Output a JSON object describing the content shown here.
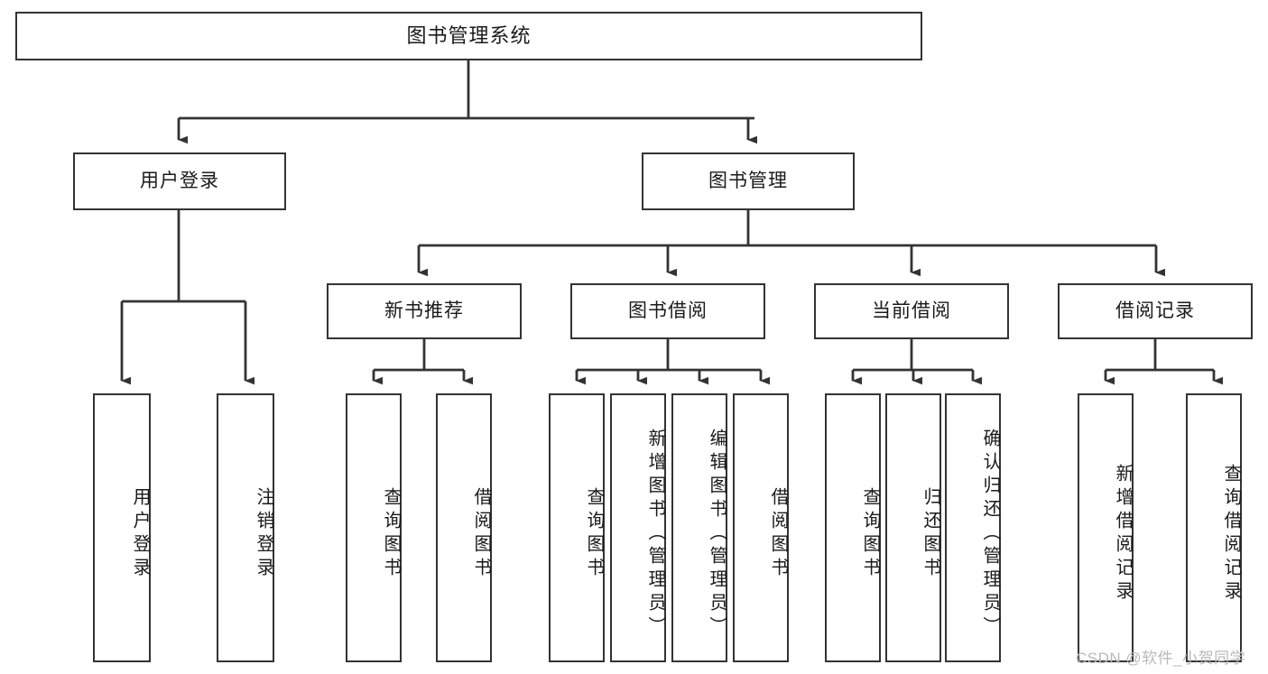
{
  "diagram": {
    "title": "图书管理系统",
    "type": "tree-hierarchy",
    "levels": {
      "root": {
        "label": "图书管理系统"
      },
      "level2": [
        {
          "label": "用户登录"
        },
        {
          "label": "图书管理"
        }
      ],
      "level3": [
        {
          "label": "新书推荐"
        },
        {
          "label": "图书借阅"
        },
        {
          "label": "当前借阅"
        },
        {
          "label": "借阅记录"
        }
      ]
    },
    "leaves": {
      "user_login": [
        {
          "label": "用户登录"
        },
        {
          "label": "注销登录"
        }
      ],
      "new_book_recommend": [
        {
          "label": "查询图书"
        },
        {
          "label": "借阅图书"
        }
      ],
      "book_borrow": [
        {
          "label": "查询图书"
        },
        {
          "label": "新增图书（管理员）"
        },
        {
          "label": "编辑图书（管理员）"
        },
        {
          "label": "借阅图书"
        }
      ],
      "current_borrow": [
        {
          "label": "查询图书"
        },
        {
          "label": "归还图书"
        },
        {
          "label": "确认归还（管理员）"
        }
      ],
      "borrow_record": [
        {
          "label": "新增借阅记录"
        },
        {
          "label": "查询借阅记录"
        }
      ]
    }
  },
  "watermark": {
    "text": "CSDN @软件_小贺同学"
  },
  "colors": {
    "box_border": "#333333",
    "box_fill": "#ffffff",
    "edge": "#333333",
    "text": "#1a1a1a",
    "watermark": "#b9b9b9"
  }
}
